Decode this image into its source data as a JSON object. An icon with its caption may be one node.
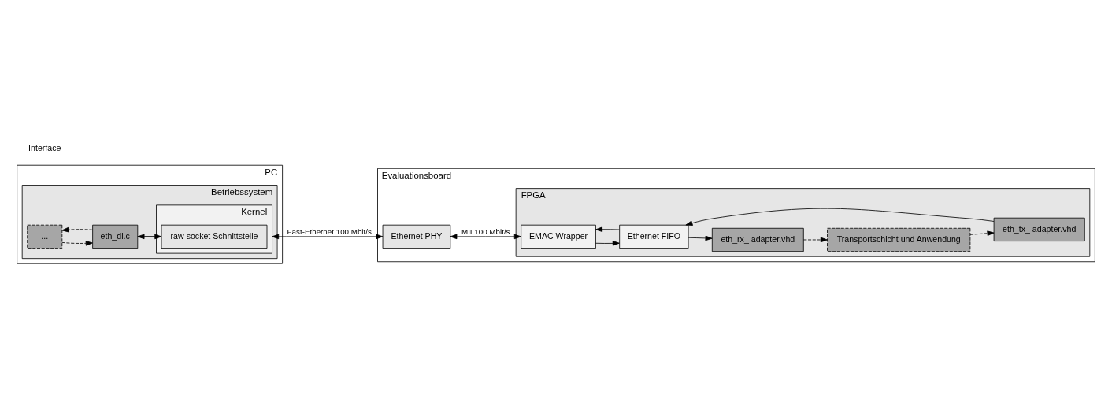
{
  "diagram": {
    "nodes": [
      {
        "text": [
          "PC"
        ]
      },
      {
        "text": [
          "Betriebssystem"
        ],
        "in": 0
      },
      {
        "text": [
          "..."
        ],
        "in": 1
      },
      {
        "text": [
          "eth_dl.c"
        ],
        "in": 1
      },
      {
        "text": [
          "Kernel"
        ],
        "in": 1
      },
      {
        "text": [
          "raw socket Schnittstelle"
        ],
        "in": 4
      },
      {
        "text": [
          "Evaluationsboard"
        ]
      },
      {
        "text": [
          "Ethernet PHY"
        ],
        "in": 6
      },
      {
        "text": [
          "FPGA"
        ],
        "in": 6
      },
      {
        "text": [
          "Transportschicht und Anwendung"
        ],
        "in": 8
      },
      {
        "text": [
          "EMAC Wrapper"
        ],
        "in": 8
      },
      {
        "text": [
          "Ethernet FIFO"
        ],
        "in": 8
      },
      {
        "text": [
          "eth_rx_ adapter.vhd"
        ],
        "in": 8
      },
      {
        "text": [
          "eth_tx_ adapter.vhd"
        ],
        "in": 8
      }
    ],
    "edges": [
      {
        "from": 2,
        "to": 3,
        "arrow": "to",
        "style": "dashed"
      },
      {
        "from": 3,
        "to": 2,
        "arrow": "to",
        "style": "dashed"
      },
      {
        "from": 3,
        "to": 5,
        "arrow": "to"
      },
      {
        "from": 5,
        "to": 3,
        "arrow": "to"
      },
      {
        "from": 4,
        "to": 7,
        "arrow": "both",
        "label": "Fast-Ethernet 100 Mbit/s"
      },
      {
        "from": 7,
        "to": 10,
        "arrow": "both",
        "label": "MII 100 Mbit/s"
      },
      {
        "from": 10,
        "to": 11,
        "arrow": "to"
      },
      {
        "from": 11,
        "to": 10,
        "arrow": "to"
      },
      {
        "from": 11,
        "to": 12,
        "arrow": "to"
      },
      {
        "from": 13,
        "to": 11,
        "arrow": "to"
      },
      {
        "from": 12,
        "to": 9,
        "arrow": "to",
        "style": "dashed"
      },
      {
        "from": 9,
        "to": 13,
        "arrow": "to",
        "style": "dashed"
      }
    ],
    "labels": [
      "Interface"
    ]
  }
}
